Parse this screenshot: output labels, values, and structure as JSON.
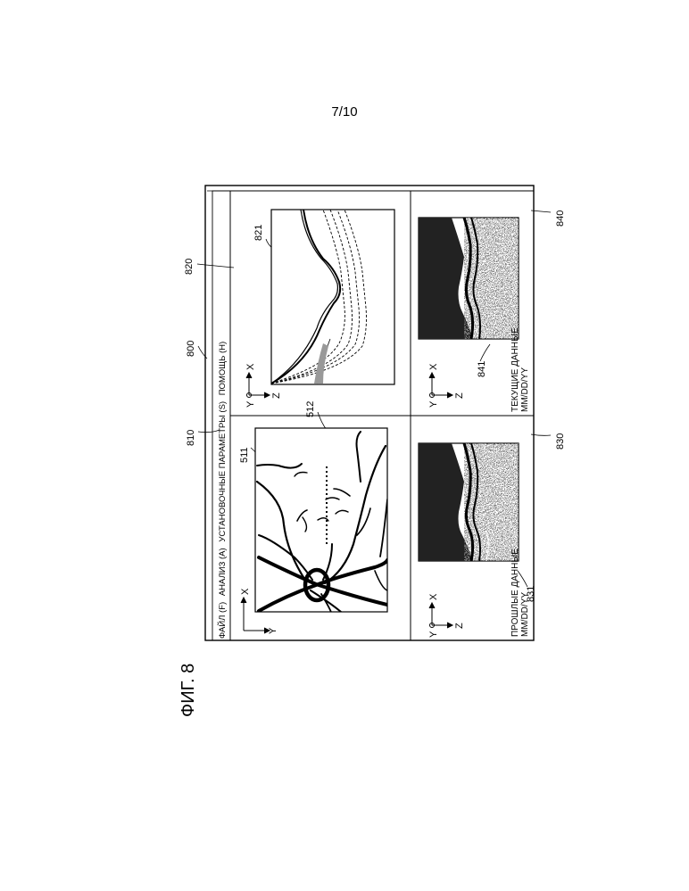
{
  "page_number": "7/10",
  "figure_label": "ФИГ. 8",
  "menu_bar": {
    "items": [
      "ФАЙЛ (F)",
      "АНАЛИЗ (A)",
      "УСТАНОВОЧНЫЕ ПАРАМЕТРЫ (S)",
      "ПОМОЩЬ (H)"
    ]
  },
  "reference_numerals": {
    "window": "800",
    "menu": "810",
    "panel_top_right": "820",
    "oct_image": "821",
    "panel_past": "830",
    "past_image": "831",
    "panel_current": "840",
    "current_image": "841",
    "fundus": "511",
    "scan_line": "512"
  },
  "axes": {
    "fundus": {
      "horizontal": "X",
      "vertical": "Y"
    },
    "oct": {
      "horizontal": "X",
      "vertical": "Z",
      "origin": "Y"
    },
    "past": {
      "horizontal": "X",
      "vertical": "Z",
      "origin": "Y"
    },
    "current": {
      "horizontal": "X",
      "vertical": "Z",
      "origin": "Y"
    }
  },
  "past_data": {
    "title": "ПРОШЛЫЕ ДАННЫЕ",
    "date": "MM/DD/YY"
  },
  "current_data": {
    "title": "ТЕКУЩИЕ ДАННЫЕ",
    "date": "MM/DD/YY"
  }
}
